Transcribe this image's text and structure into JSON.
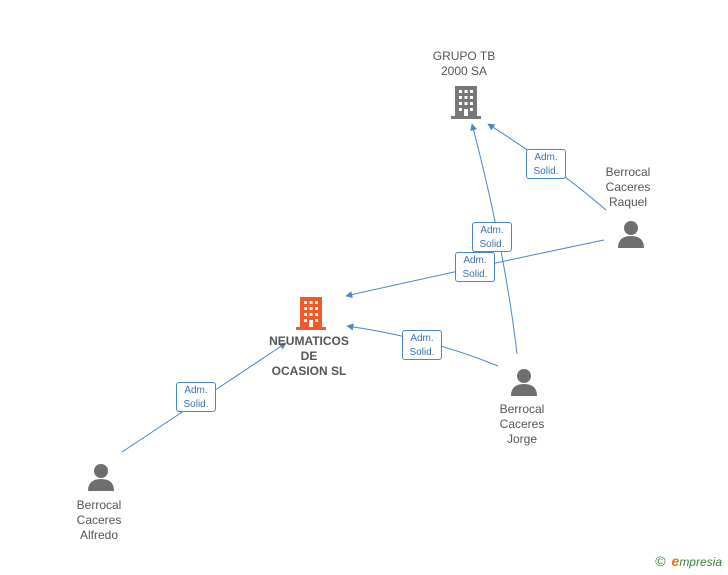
{
  "colors": {
    "edge": "#4a86c8",
    "company_main": "#f05a28",
    "company": "#777777",
    "person": "#6e6e6e"
  },
  "nodes": {
    "grupo": {
      "line1": "GRUPO TB",
      "line2": "2000 SA",
      "icon": "building-icon"
    },
    "neumaticos": {
      "line1": "NEUMATICOS",
      "line2": "DE",
      "line3": "OCASION SL",
      "icon": "building-icon"
    },
    "raquel": {
      "line1": "Berrocal",
      "line2": "Caceres",
      "line3": "Raquel",
      "icon": "person-icon"
    },
    "jorge": {
      "line1": "Berrocal",
      "line2": "Caceres",
      "line3": "Jorge",
      "icon": "person-icon"
    },
    "alfredo": {
      "line1": "Berrocal",
      "line2": "Caceres",
      "line3": "Alfredo",
      "icon": "person-icon"
    }
  },
  "relations": {
    "raquel_grupo": {
      "line1": "Adm.",
      "line2": "Solid."
    },
    "jorge_grupo": {
      "line1": "Adm.",
      "line2": "Solid."
    },
    "raquel_neumaticos": {
      "line1": "Adm.",
      "line2": "Solid."
    },
    "jorge_neumaticos": {
      "line1": "Adm.",
      "line2": "Solid."
    },
    "alfredo_neumaticos": {
      "line1": "Adm.",
      "line2": "Solid."
    }
  },
  "brand": {
    "copyright": "©",
    "initial": "e",
    "name": "mpresia"
  }
}
